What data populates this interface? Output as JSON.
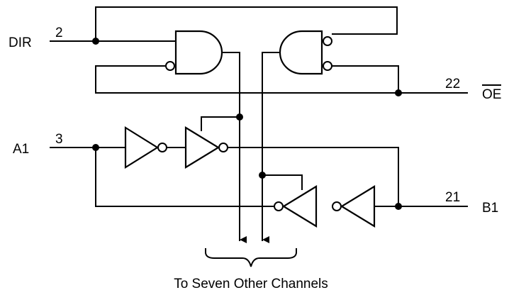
{
  "signals": {
    "dir": {
      "label": "DIR",
      "pin": "2"
    },
    "oe": {
      "label": "OE",
      "pin": "22"
    },
    "a1": {
      "label": "A1",
      "pin": "3"
    },
    "b1": {
      "label": "B1",
      "pin": "21"
    }
  },
  "caption": "To Seven Other Channels"
}
